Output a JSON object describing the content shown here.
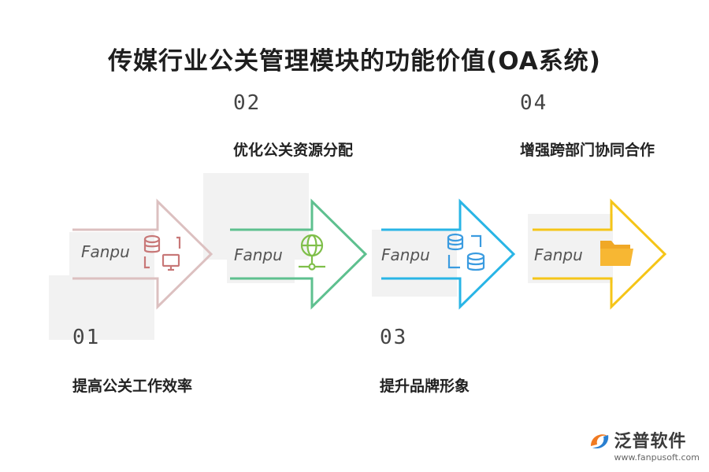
{
  "title": "传媒行业公关管理模块的功能价值(OA系统)",
  "watermark": "Fanpu",
  "steps": [
    {
      "number": "01",
      "label": "提高公关工作效率",
      "color": "#dcc0c0",
      "icon": "database-computer-icon"
    },
    {
      "number": "02",
      "label": "优化公关资源分配",
      "color": "#5ec08f",
      "icon": "network-globe-icon"
    },
    {
      "number": "03",
      "label": "提升品牌形象",
      "color": "#29b5e6",
      "icon": "database-sync-icon"
    },
    {
      "number": "04",
      "label": "增强跨部门协同合作",
      "color": "#f5c518",
      "icon": "folder-icon"
    }
  ],
  "brand": {
    "name": "泛普软件",
    "url": "www.fanpusoft.com"
  }
}
